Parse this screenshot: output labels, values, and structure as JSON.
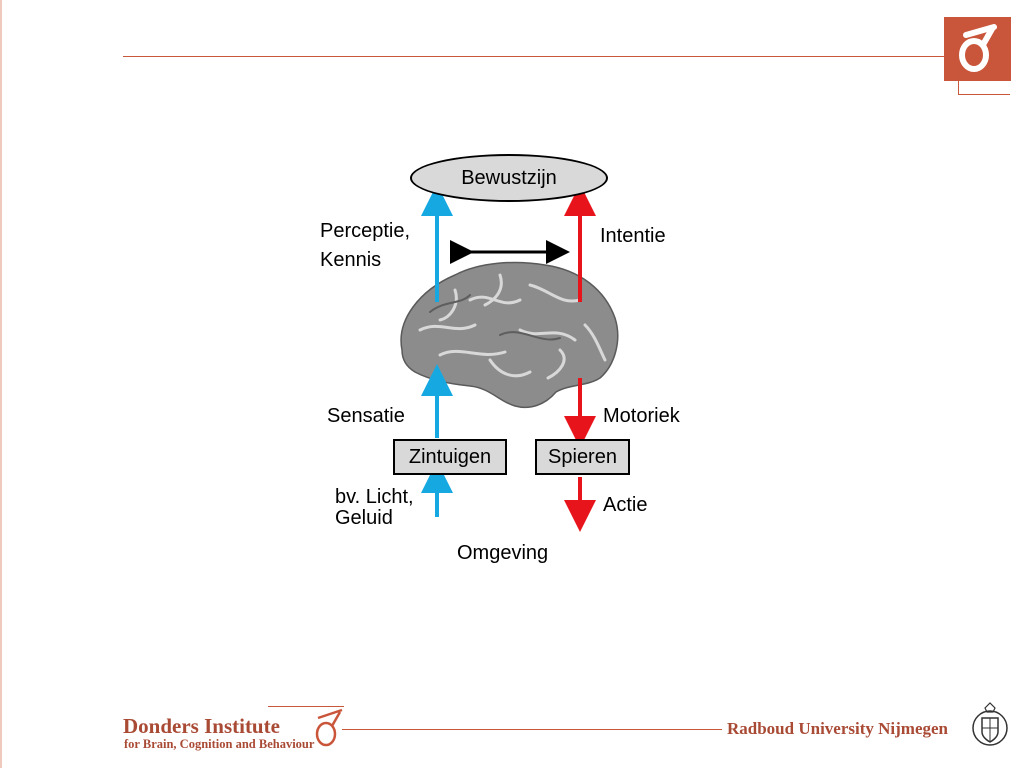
{
  "diagram": {
    "top_node": "Bewustzijn",
    "left_box": "Zintuigen",
    "right_box": "Spieren",
    "labels": {
      "perception_line1": "Perceptie,",
      "perception_line2": "Kennis",
      "intention": "Intentie",
      "sensation": "Sensatie",
      "motor": "Motoriek",
      "stimulus_line1": "bv. Licht,",
      "stimulus_line2": "Geluid",
      "action": "Actie",
      "environment": "Omgeving"
    },
    "colors": {
      "sensory_arrow": "#16a9e1",
      "motor_arrow": "#e8141b",
      "brain": "#8c8c8c"
    },
    "brain_icon": "brain-icon"
  },
  "footer": {
    "institute": "Donders Institute",
    "institute_sub": "for Brain, Cognition and Behaviour",
    "university": "Radboud University Nijmegen"
  },
  "brand": {
    "accent": "#c9553a",
    "logo_icon": "donders-logo-icon",
    "seal_icon": "radboud-seal-icon"
  }
}
